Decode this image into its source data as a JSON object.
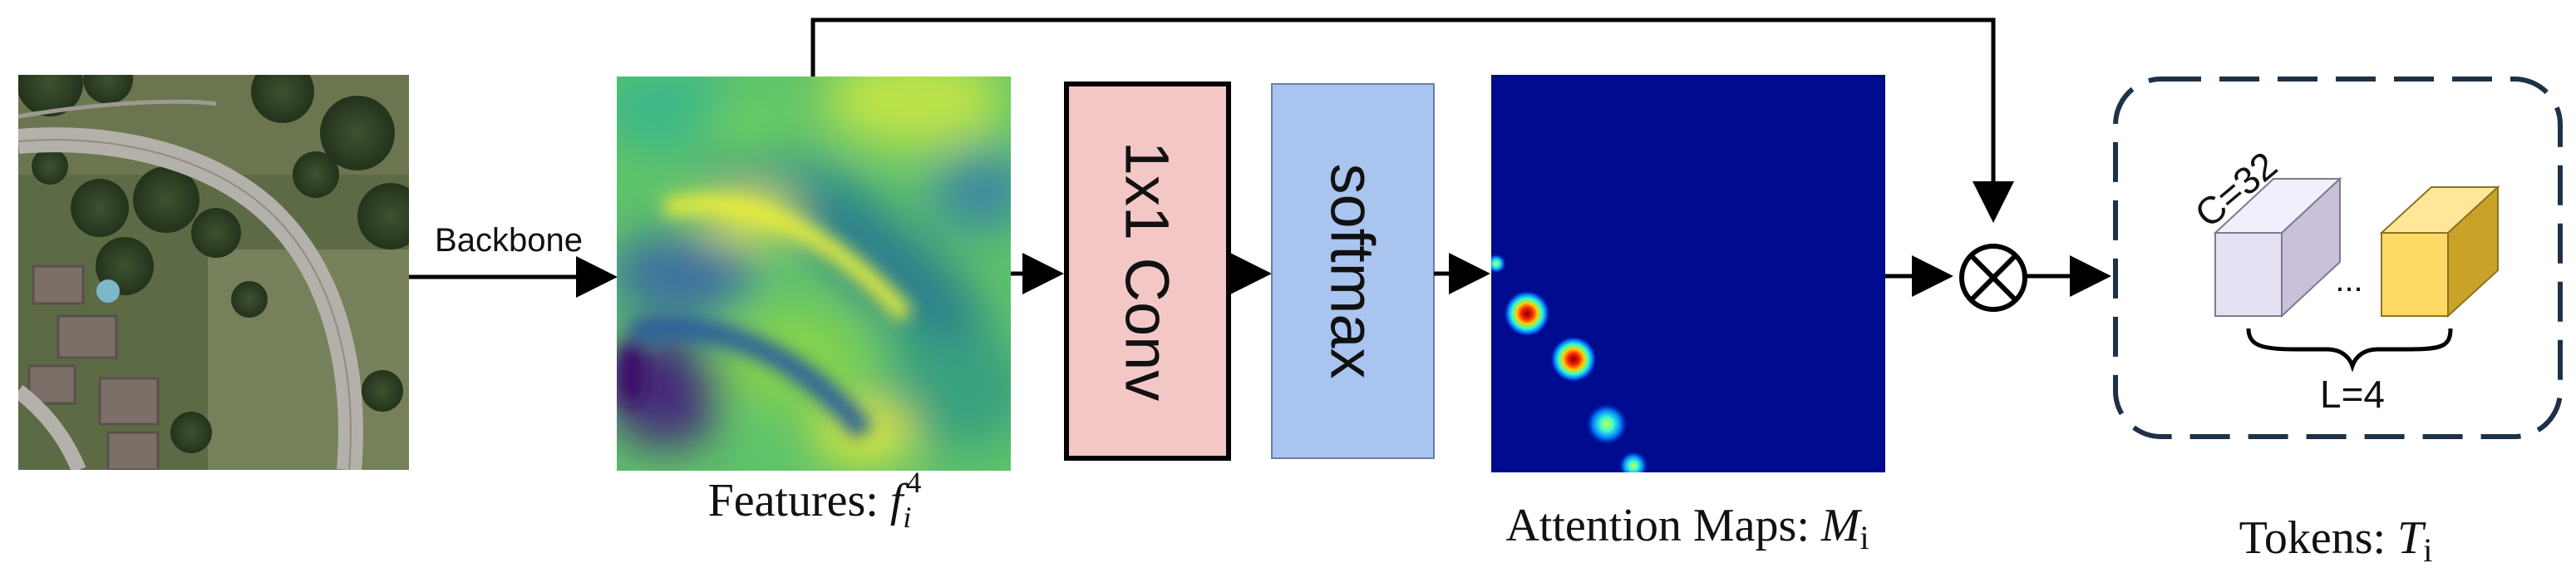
{
  "input_image": {
    "label": "Backbone"
  },
  "features": {
    "caption_prefix": "Features:",
    "symbol": "f",
    "subscript": "i",
    "superscript": "4"
  },
  "conv": {
    "label": "1x1 Conv",
    "color": "#f4c7c7"
  },
  "softmax": {
    "label": "softmax",
    "color": "#a9c4ef"
  },
  "attention": {
    "caption_prefix": "Attention Maps:",
    "symbol": "M",
    "subscript": "i",
    "background": "#000b8f"
  },
  "multiply": {
    "icon": "circle-times-icon"
  },
  "tokens": {
    "caption_prefix": "Tokens:",
    "symbol": "T",
    "subscript": "i",
    "channel_label": "C=32",
    "length_label": "L=4",
    "ellipsis": "...",
    "first_token_color": "#e6e0f5",
    "last_token_color": "#ffd966"
  }
}
